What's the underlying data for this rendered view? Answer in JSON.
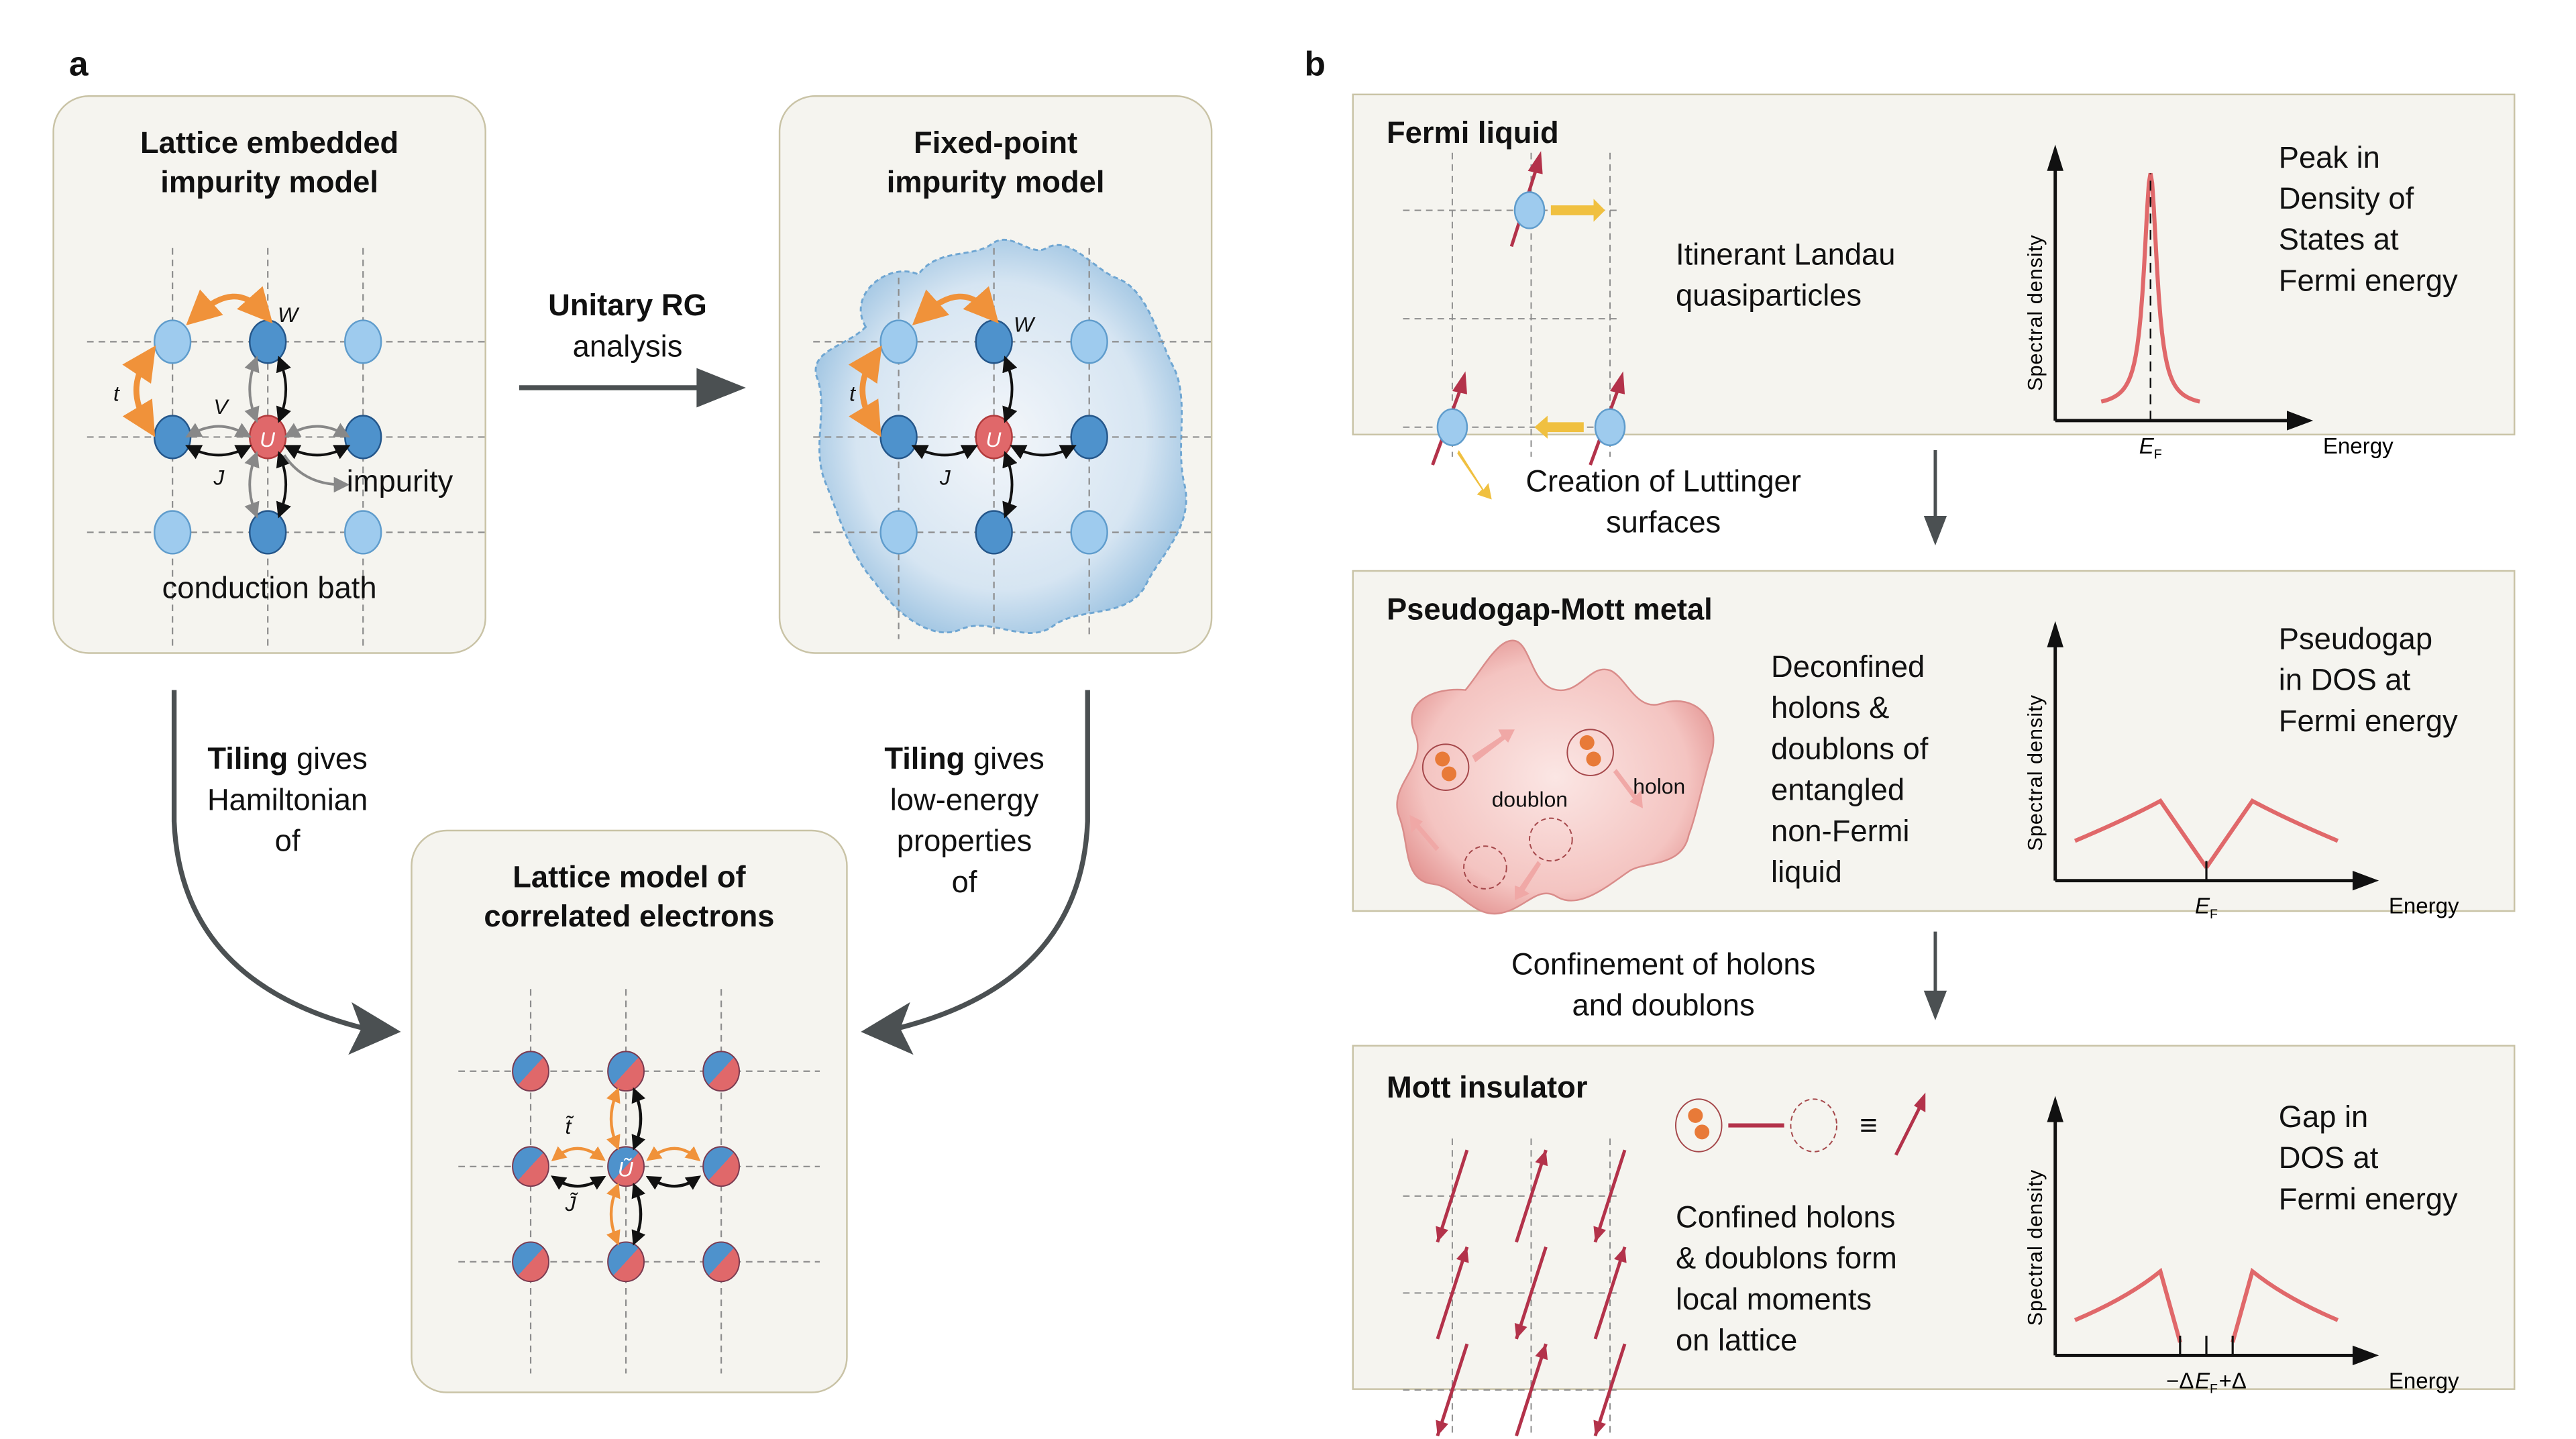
{
  "panel_a": {
    "letter": "a",
    "box_lattice_embedded": {
      "title_line1": "Lattice embedded",
      "title_line2": "impurity model",
      "symbol_t": "t",
      "symbol_V": "V",
      "symbol_J": "J",
      "symbol_W": "W",
      "symbol_U": "U",
      "impurity_label": "impurity",
      "bath_label": "conduction bath"
    },
    "arrow_rg": {
      "line1": "Unitary RG",
      "line2": "analysis"
    },
    "box_fixed_point": {
      "title_line1": "Fixed-point",
      "title_line2": "impurity model",
      "symbol_t": "t",
      "symbol_J": "J",
      "symbol_W": "W",
      "symbol_U": "U"
    },
    "arrow_left": {
      "bold": "Tiling",
      "rest1": " gives",
      "line2": "Hamiltonian",
      "line3": "of"
    },
    "arrow_right": {
      "bold": "Tiling",
      "rest1": " gives",
      "line2": "low-energy",
      "line3": "properties",
      "line4": "of"
    },
    "box_lattice_model": {
      "title_line1": "Lattice model of",
      "title_line2": "correlated electrons",
      "symbol_t": "t̃",
      "symbol_J": "J̃",
      "symbol_U": "Ũ"
    }
  },
  "panel_b": {
    "letter": "b",
    "fermi_liquid": {
      "title": "Fermi liquid",
      "description_line1": "Itinerant Landau",
      "description_line2": "quasiparticles",
      "dos_line1": "Peak in",
      "dos_line2": "Density of",
      "dos_line3": "States at",
      "dos_line4": "Fermi energy"
    },
    "transition1": {
      "line1": "Creation of Luttinger",
      "line2": "surfaces"
    },
    "pseudogap": {
      "title": "Pseudogap-Mott metal",
      "doublon_label": "doublon",
      "holon_label": "holon",
      "description": [
        "Deconfined",
        "holons &",
        "doublons of",
        "entangled",
        "non-Fermi",
        "liquid"
      ],
      "dos_line1": "Pseudogap",
      "dos_line2": "in DOS at",
      "dos_line3": "Fermi energy"
    },
    "transition2": {
      "line1": "Confinement of holons",
      "line2": "and doublons"
    },
    "mott": {
      "title": "Mott insulator",
      "equiv_symbol": "≡",
      "description": [
        "Confined holons",
        "& doublons form",
        "local moments",
        "on lattice"
      ],
      "dos_line1": "Gap in",
      "dos_line2": "DOS at",
      "dos_line3": "Fermi energy"
    },
    "colors": {
      "curve": "#e0686a",
      "spin": "#b3324a",
      "quasiparticle": "#9ecbee",
      "motion_arrow": "#f0c040",
      "panel_bg": "#f5f4ef",
      "panel_border": "#c9c3a6"
    }
  },
  "chart_data": [
    {
      "type": "line",
      "title": "Fermi liquid DOS",
      "xlabel": "Energy",
      "ylabel": "Spectral density",
      "x_ticks": [
        "E_F"
      ],
      "x_tick_display": {
        "main": "E",
        "sub": "F"
      },
      "series": [
        {
          "name": "DOS",
          "shape": "Lorentzian peak centered at E_F",
          "x": [
            -1.0,
            -0.6,
            -0.3,
            -0.15,
            0,
            0.15,
            0.3,
            0.6,
            1.0
          ],
          "y": [
            0.1,
            0.18,
            0.38,
            0.65,
            1.0,
            0.65,
            0.38,
            0.18,
            0.1
          ]
        }
      ],
      "annotations": [
        "dashed vertical line at E_F"
      ]
    },
    {
      "type": "line",
      "title": "Pseudogap-Mott metal DOS",
      "xlabel": "Energy",
      "ylabel": "Spectral density",
      "x_ticks": [
        "E_F"
      ],
      "series": [
        {
          "name": "DOS",
          "shape": "two humps with V-shaped dip to zero at E_F",
          "x": [
            -1.0,
            -0.6,
            -0.35,
            0,
            0.35,
            0.6,
            1.0
          ],
          "y": [
            0.12,
            0.22,
            0.3,
            0.0,
            0.3,
            0.22,
            0.12
          ]
        }
      ]
    },
    {
      "type": "line",
      "title": "Mott insulator DOS",
      "xlabel": "Energy",
      "ylabel": "Spectral density",
      "x_ticks": [
        "−Δ",
        "E_F",
        "+Δ"
      ],
      "series": [
        {
          "name": "DOS",
          "shape": "two Hubbard bands separated by a hard gap between −Δ and +Δ",
          "x": [
            -1.0,
            -0.6,
            -0.35,
            -0.2,
            0.2,
            0.35,
            0.6,
            1.0
          ],
          "y": [
            0.1,
            0.2,
            0.32,
            0.0,
            0.0,
            0.32,
            0.2,
            0.1
          ]
        }
      ]
    }
  ]
}
